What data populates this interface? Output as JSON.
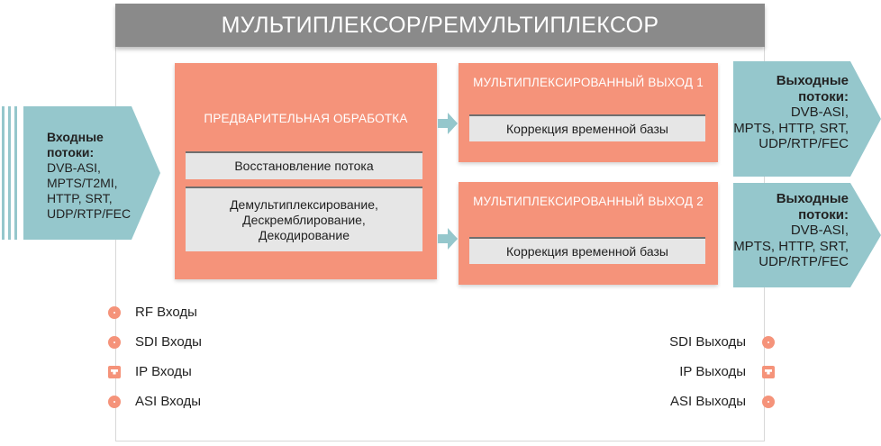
{
  "title": "МУЛЬТИПЛЕКСОР/РЕМУЛЬТИПЛЕКСОР",
  "input": {
    "heading_line1": "Входные",
    "heading_line2": "потоки:",
    "lines": [
      "DVB-ASI,",
      "MPTS/T2MI,",
      "HTTP, SRT,",
      "UDP/RTP/FEC"
    ]
  },
  "preprocessing": {
    "title": "ПРЕДВАРИТЕЛЬНАЯ ОБРАБОТКА",
    "step1": "Восстановление потока",
    "step2_lines": [
      "Демультиплексирование,",
      "Дескремблирование,",
      "Декодирование"
    ]
  },
  "mux_outputs": [
    {
      "title": "МУЛЬТИПЛЕКСИРОВАННЫЙ ВЫХОД 1",
      "step": "Коррекция временной базы"
    },
    {
      "title": "МУЛЬТИПЛЕКСИРОВАННЫЙ ВЫХОД 2",
      "step": "Коррекция временной базы"
    }
  ],
  "outputs": [
    {
      "heading_line1": "Выходные",
      "heading_line2": "потоки:",
      "lines": [
        "DVB-ASI,",
        "MPTS, HTTP, SRT,",
        "UDP/RTP/FEC"
      ]
    },
    {
      "heading_line1": "Выходные",
      "heading_line2": "потоки:",
      "lines": [
        "DVB-ASI,",
        "MPTS, HTTP, SRT,",
        "UDP/RTP/FEC"
      ]
    }
  ],
  "inputs_list": [
    {
      "label": "RF Входы",
      "icon": "connector-icon"
    },
    {
      "label": "SDI Входы",
      "icon": "connector-icon"
    },
    {
      "label": "IP Входы",
      "icon": "ethernet-port-icon"
    },
    {
      "label": "ASI Входы",
      "icon": "connector-icon"
    }
  ],
  "outputs_list": [
    {
      "label": "SDI Выходы",
      "icon": "connector-icon"
    },
    {
      "label": "IP Выходы",
      "icon": "ethernet-port-icon"
    },
    {
      "label": "ASI Выходы",
      "icon": "connector-icon"
    }
  ],
  "colors": {
    "accent_orange": "#f5937a",
    "teal": "#95c7cc",
    "title_gray": "#8a8a8a",
    "inner_gray": "#e6e6e6"
  }
}
